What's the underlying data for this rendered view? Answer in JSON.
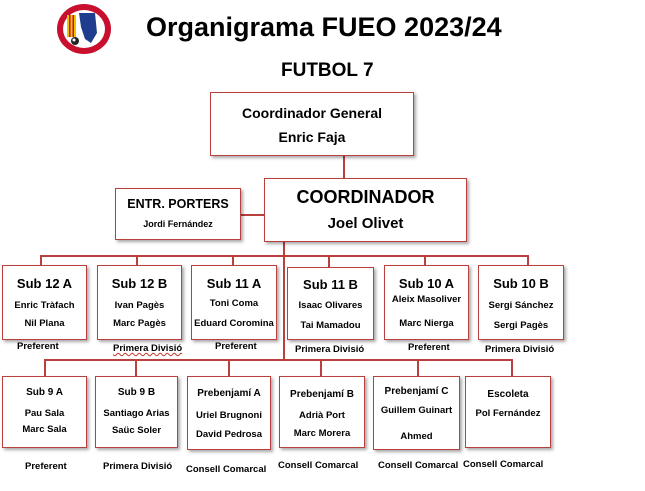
{
  "header": {
    "title": "Organigrama FUEO 2023/24",
    "subtitle": "FUTBOL 7"
  },
  "colors": {
    "accent": "#b8403d",
    "logo_red": "#c8102e",
    "logo_blue": "#1e3d8f",
    "logo_yellow": "#f2c200"
  },
  "coordinator_general": {
    "role": "Coordinador General",
    "name": "Enric Faja"
  },
  "coordinator": {
    "role": "COORDINADOR",
    "name": "Joel Olivet"
  },
  "goalkeeper_trainer": {
    "role": "ENTR. PORTERS",
    "name": "Jordi Fernández"
  },
  "row1": [
    {
      "team": "Sub 12 A",
      "coach1": "Enric Tràfach",
      "coach2": "Nil Plana",
      "level": "Preferent"
    },
    {
      "team": "Sub 12 B",
      "coach1": "Ivan Pagès",
      "coach2": "Marc Pagès",
      "level": "Primera Divisió"
    },
    {
      "team": "Sub 11 A",
      "coach1": "Toni Coma",
      "coach2": "Eduard Coromina",
      "level": "Preferent"
    },
    {
      "team": "Sub 11 B",
      "coach1": "Isaac Olivares",
      "coach2": "Tai Mamadou",
      "level": "Primera Divisió"
    },
    {
      "team": "Sub 10 A",
      "coach1": "Aleix Masoliver",
      "coach2": "Marc Nierga",
      "level": "Preferent"
    },
    {
      "team": "Sub 10 B",
      "coach1": "Sergi Sánchez",
      "coach2": "Sergi Pagès",
      "level": "Primera Divisió"
    }
  ],
  "row2": [
    {
      "team": "Sub 9 A",
      "coach1": "Pau Sala",
      "coach2": "Marc Sala",
      "level": "Preferent"
    },
    {
      "team": "Sub 9 B",
      "coach1": "Santiago Arias",
      "coach2": "Saüc Soler",
      "level": "Primera Divisió"
    },
    {
      "team": "Prebenjamí A",
      "coach1": "Uriel Brugnoni",
      "coach2": "David Pedrosa",
      "level": "Consell Comarcal"
    },
    {
      "team": "Prebenjamí B",
      "coach1": "Adrià Port",
      "coach2": "Marc Morera",
      "level": "Consell Comarcal"
    },
    {
      "team": "Prebenjamí C",
      "coach1": "Guillem Guinart",
      "coach2": "Ahmed",
      "level": "Consell Comarcal"
    },
    {
      "team": "Escoleta",
      "coach1": "Pol Fernández",
      "coach2": "",
      "level": "Consell Comarcal"
    }
  ]
}
